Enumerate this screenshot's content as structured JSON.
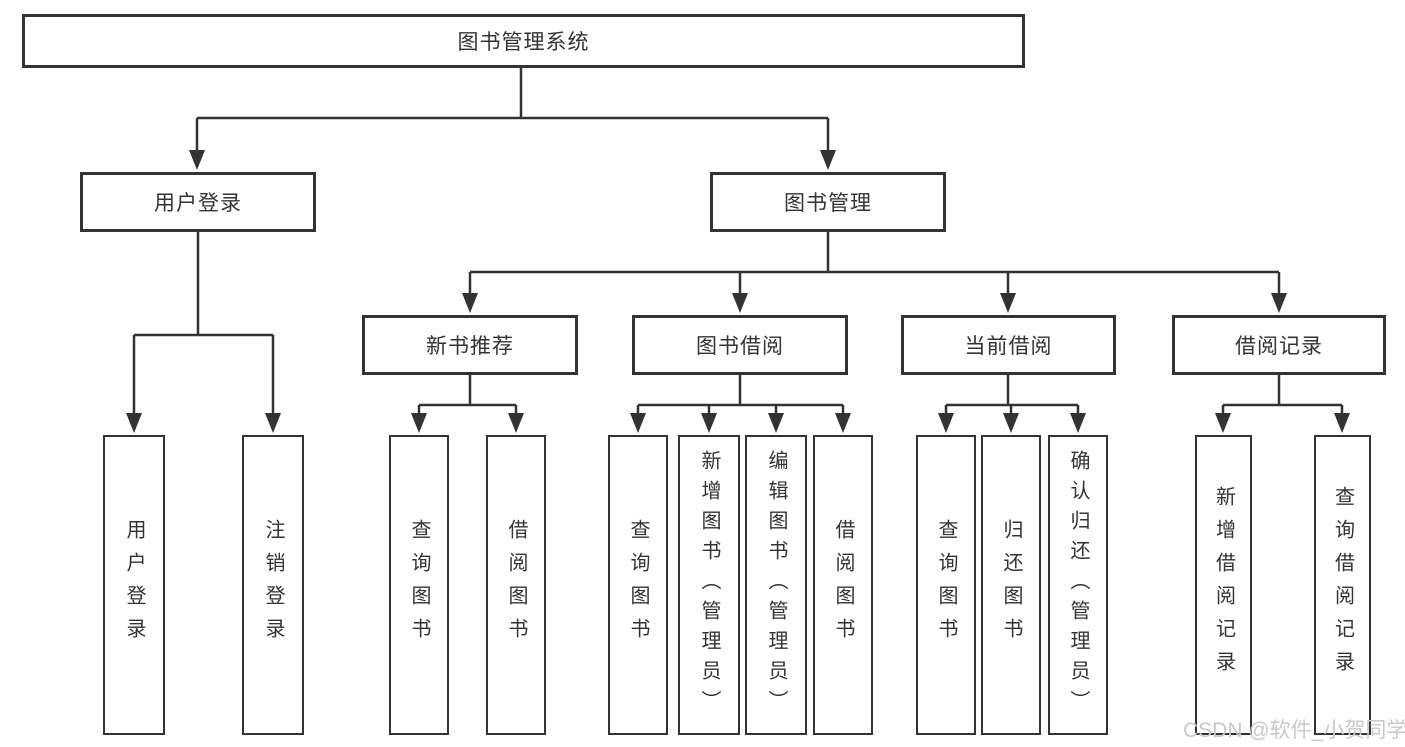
{
  "tree": {
    "root": {
      "label": "图书管理系统",
      "children": [
        {
          "label": "用户登录",
          "children": [
            {
              "label": "用户登录"
            },
            {
              "label": "注销登录"
            }
          ]
        },
        {
          "label": "图书管理",
          "children": [
            {
              "label": "新书推荐",
              "children": [
                {
                  "label": "查询图书"
                },
                {
                  "label": "借阅图书"
                }
              ]
            },
            {
              "label": "图书借阅",
              "children": [
                {
                  "label": "查询图书"
                },
                {
                  "label": "新增图书（管理员）"
                },
                {
                  "label": "编辑图书（管理员）"
                },
                {
                  "label": "借阅图书"
                }
              ]
            },
            {
              "label": "当前借阅",
              "children": [
                {
                  "label": "查询图书"
                },
                {
                  "label": "归还图书"
                },
                {
                  "label": "确认归还（管理员）"
                }
              ]
            },
            {
              "label": "借阅记录",
              "children": [
                {
                  "label": "新增借阅记录"
                },
                {
                  "label": "查询借阅记录"
                }
              ]
            }
          ]
        }
      ]
    }
  },
  "watermark": {
    "text": "CSDN @软件_小贺同学"
  },
  "colors": {
    "line": "#333333",
    "text": "#333333",
    "background": "#ffffff",
    "watermark": "#c9c9c9"
  }
}
